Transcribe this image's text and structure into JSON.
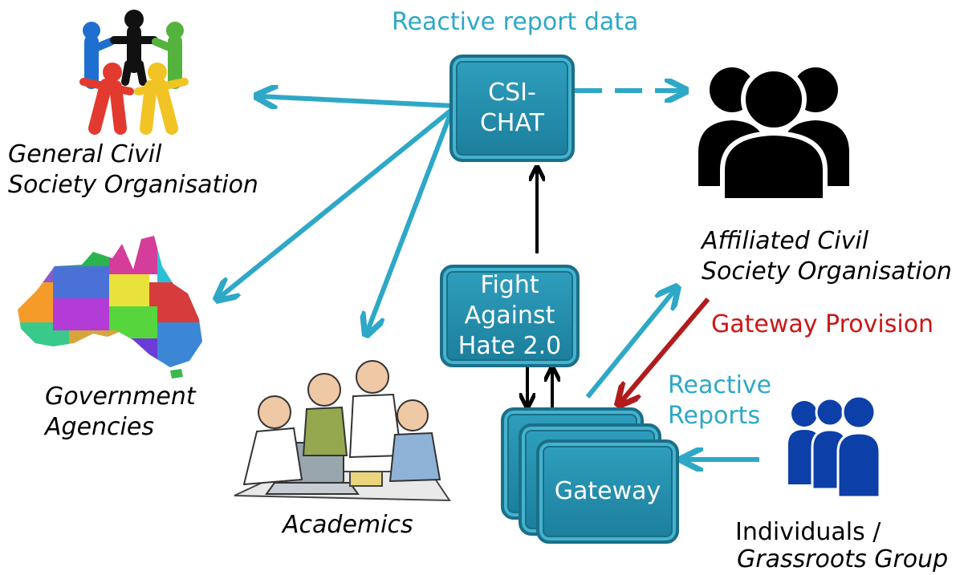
{
  "nodes": {
    "csi_chat": "CSI-\nCHAT",
    "fight_against_hate": "Fight\nAgainst\nHate 2.0",
    "gateway": "Gateway"
  },
  "labels": {
    "reactive_report_data": "Reactive report data",
    "general_cso": "General Civil\nSociety Organisation",
    "government_agencies": "Government\nAgencies",
    "academics": "Academics",
    "affiliated_cso": "Affiliated Civil\nSociety Organisation",
    "gateway_provision": "Gateway Provision",
    "reactive_reports": "Reactive\nReports",
    "individuals_line1": "Individuals /",
    "individuals_line2": "Grassroots Group"
  },
  "colors": {
    "cyan": "#2ea8c6",
    "dark_red": "#b01c1c",
    "node_fill": "#2391ae",
    "individuals_blue": "#0d3fa8"
  },
  "icons": [
    "people-circle-icon",
    "australia-map-icon",
    "user-group-icon",
    "academics-meeting-icon",
    "individuals-icon"
  ]
}
